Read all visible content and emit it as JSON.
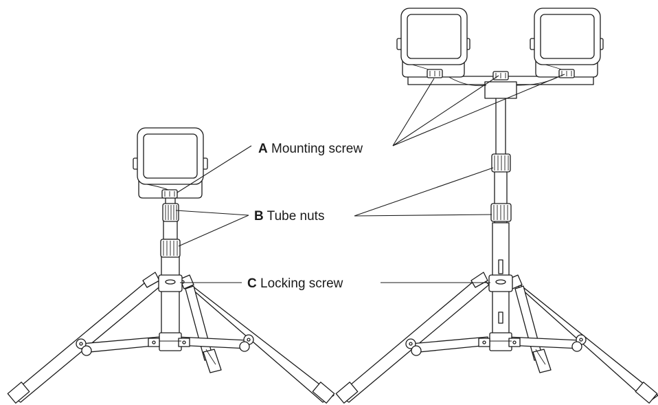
{
  "labels": {
    "a": {
      "letter": "A",
      "text": "Mounting screw"
    },
    "b": {
      "letter": "B",
      "text": "Tube nuts"
    },
    "c": {
      "letter": "C",
      "text": "Locking screw"
    }
  },
  "colors": {
    "line": "#1a1a1a",
    "background": "#ffffff"
  }
}
